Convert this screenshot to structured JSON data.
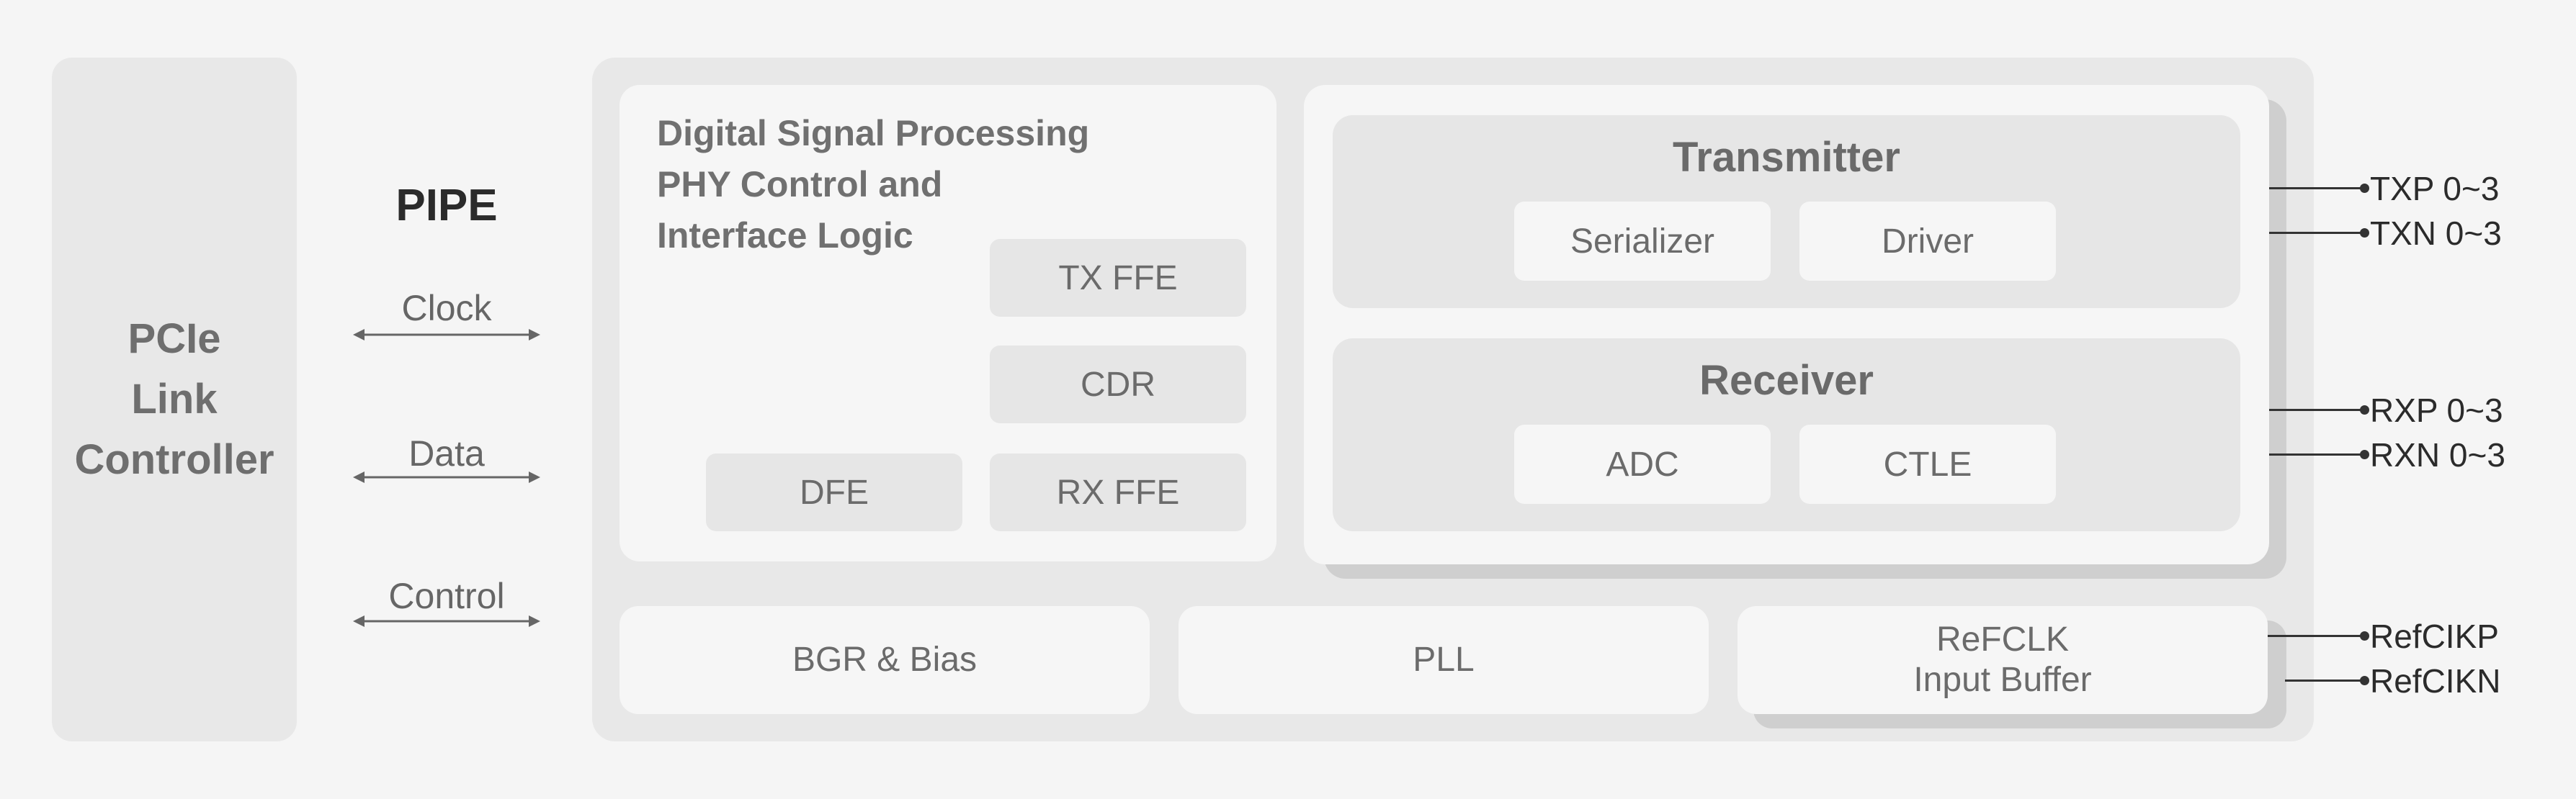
{
  "controller": {
    "label": "PCIe\nLink\nController"
  },
  "pipe": {
    "title": "PIPE",
    "signals": [
      {
        "label": "Clock"
      },
      {
        "label": "Data"
      },
      {
        "label": "Control"
      }
    ]
  },
  "dsp": {
    "title": "Digital Signal Processing\nPHY Control and\nInterface Logic",
    "blocks": {
      "tx_ffe": "TX FFE",
      "cdr": "CDR",
      "dfe": "DFE",
      "rx_ffe": "RX FFE"
    }
  },
  "transmitter": {
    "title": "Transmitter",
    "serializer": "Serializer",
    "driver": "Driver"
  },
  "receiver": {
    "title": "Receiver",
    "adc": "ADC",
    "ctle": "CTLE"
  },
  "bottom": {
    "bgr": "BGR & Bias",
    "pll": "PLL",
    "refclk": "ReFCLK\nInput Buffer"
  },
  "pins": {
    "txp": "TXP 0~3",
    "txn": "TXN 0~3",
    "rxp": "RXP 0~3",
    "rxn": "RXN 0~3",
    "refclkp": "RefCIKP",
    "refclkn": "RefCIKN"
  }
}
